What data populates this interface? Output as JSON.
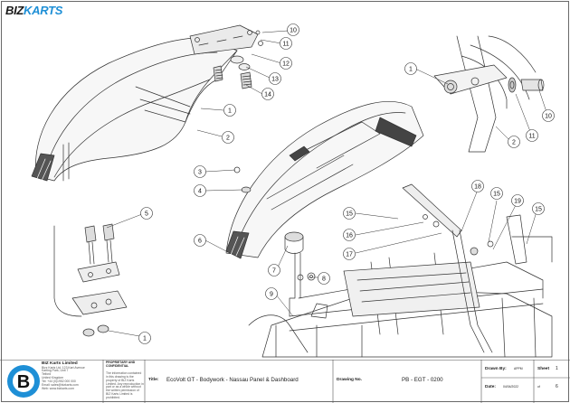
{
  "logo": {
    "part1": "BIZ",
    "part2": "KARTS"
  },
  "callouts": [
    {
      "id": "c10a",
      "label": "10"
    },
    {
      "id": "c11a",
      "label": "11"
    },
    {
      "id": "c12",
      "label": "12"
    },
    {
      "id": "c13",
      "label": "13"
    },
    {
      "id": "c14",
      "label": "14"
    },
    {
      "id": "c1a",
      "label": "1"
    },
    {
      "id": "c2a",
      "label": "2"
    },
    {
      "id": "c1b",
      "label": "1"
    },
    {
      "id": "c2b",
      "label": "2"
    },
    {
      "id": "c11b",
      "label": "11"
    },
    {
      "id": "c10b",
      "label": "10"
    },
    {
      "id": "c3",
      "label": "3"
    },
    {
      "id": "c4",
      "label": "4"
    },
    {
      "id": "c5",
      "label": "5"
    },
    {
      "id": "c6",
      "label": "6"
    },
    {
      "id": "c1c",
      "label": "1"
    },
    {
      "id": "c7",
      "label": "7"
    },
    {
      "id": "c8",
      "label": "8"
    },
    {
      "id": "c9",
      "label": "9"
    },
    {
      "id": "c15a",
      "label": "15"
    },
    {
      "id": "c16",
      "label": "16"
    },
    {
      "id": "c17",
      "label": "17"
    },
    {
      "id": "c18",
      "label": "18"
    },
    {
      "id": "c15b",
      "label": "15"
    },
    {
      "id": "c19",
      "label": "19"
    },
    {
      "id": "c15c",
      "label": "15"
    }
  ],
  "title_block": {
    "company": "BIZ Karts Limited",
    "address_lines": [
      "Bizz Karts Ltd, 123 Kart Avenue",
      "Karting Park, Unit 7",
      "Telford",
      "United Kingdom"
    ],
    "contact_lines": [
      "Tel: +44 (0)1952 000 000",
      "Email: sales@bizkarts.com",
      "Web: www.bizkarts.com"
    ],
    "conf_heading": "PROPRIETARY AND CONFIDENTIAL",
    "conf_text": "The information contained in this drawing is the property of BIZ Karts Limited. Any reproduction in part or as a whole without the written permission of BIZ Karts Limited is prohibited.",
    "title_label": "Title:",
    "title_value": "EcoVolt GT - Bodywork - Nassau Panel & Dashboard",
    "drawing_no_label": "Drawing No.",
    "drawing_no_value": "PB - EGT - 0200",
    "drawn_by_label": "Drawn By:",
    "drawn_by_value": "APPM",
    "sheet_label": "Sheet",
    "sheet_value": "1",
    "date_label": "Date:",
    "date_value": "04/04/2022",
    "of_label": "of",
    "of_value": "6"
  }
}
